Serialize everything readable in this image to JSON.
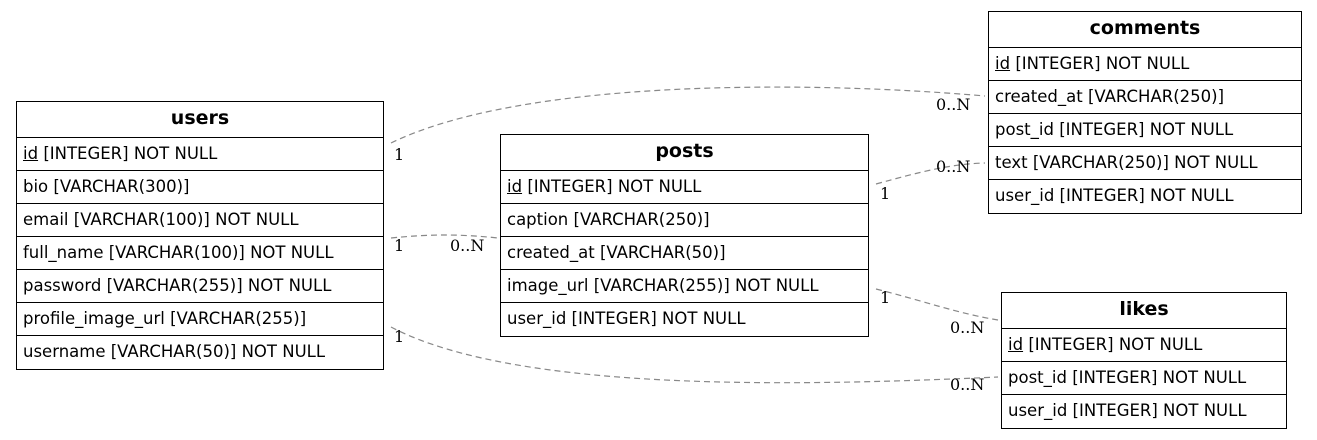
{
  "tables": [
    {
      "key": "users",
      "title": "users",
      "columns": [
        {
          "name": "id",
          "type": "[INTEGER] NOT NULL",
          "pk": true
        },
        {
          "name": "bio",
          "type": "[VARCHAR(300)]",
          "pk": false
        },
        {
          "name": "email",
          "type": "[VARCHAR(100)] NOT NULL",
          "pk": false
        },
        {
          "name": "full_name",
          "type": "[VARCHAR(100)] NOT NULL",
          "pk": false
        },
        {
          "name": "password",
          "type": "[VARCHAR(255)] NOT NULL",
          "pk": false
        },
        {
          "name": "profile_image_url",
          "type": "[VARCHAR(255)]",
          "pk": false
        },
        {
          "name": "username",
          "type": "[VARCHAR(50)] NOT NULL",
          "pk": false
        }
      ]
    },
    {
      "key": "posts",
      "title": "posts",
      "columns": [
        {
          "name": "id",
          "type": "[INTEGER] NOT NULL",
          "pk": true
        },
        {
          "name": "caption",
          "type": "[VARCHAR(250)]",
          "pk": false
        },
        {
          "name": "created_at",
          "type": "[VARCHAR(50)]",
          "pk": false
        },
        {
          "name": "image_url",
          "type": "[VARCHAR(255)] NOT NULL",
          "pk": false
        },
        {
          "name": "user_id",
          "type": "[INTEGER] NOT NULL",
          "pk": false
        }
      ]
    },
    {
      "key": "comments",
      "title": "comments",
      "columns": [
        {
          "name": "id",
          "type": "[INTEGER] NOT NULL",
          "pk": true
        },
        {
          "name": "created_at",
          "type": "[VARCHAR(250)]",
          "pk": false
        },
        {
          "name": "post_id",
          "type": "[INTEGER] NOT NULL",
          "pk": false
        },
        {
          "name": "text",
          "type": "[VARCHAR(250)] NOT NULL",
          "pk": false
        },
        {
          "name": "user_id",
          "type": "[INTEGER] NOT NULL",
          "pk": false
        }
      ]
    },
    {
      "key": "likes",
      "title": "likes",
      "columns": [
        {
          "name": "id",
          "type": "[INTEGER] NOT NULL",
          "pk": true
        },
        {
          "name": "post_id",
          "type": "[INTEGER] NOT NULL",
          "pk": false
        },
        {
          "name": "user_id",
          "type": "[INTEGER] NOT NULL",
          "pk": false
        }
      ]
    }
  ],
  "relationships": [
    {
      "from": "users",
      "to": "comments",
      "from_card": "1",
      "to_card": "0..N"
    },
    {
      "from": "users",
      "to": "posts",
      "from_card": "1",
      "to_card": "0..N"
    },
    {
      "from": "posts",
      "to": "comments",
      "from_card": "1",
      "to_card": "0..N"
    },
    {
      "from": "posts",
      "to": "likes",
      "from_card": "1",
      "to_card": "0..N"
    },
    {
      "from": "users",
      "to": "likes",
      "from_card": "1",
      "to_card": "0..N"
    }
  ],
  "colors": {
    "edge": "#888888",
    "border": "#000000",
    "text": "#000000",
    "background": "#ffffff"
  }
}
